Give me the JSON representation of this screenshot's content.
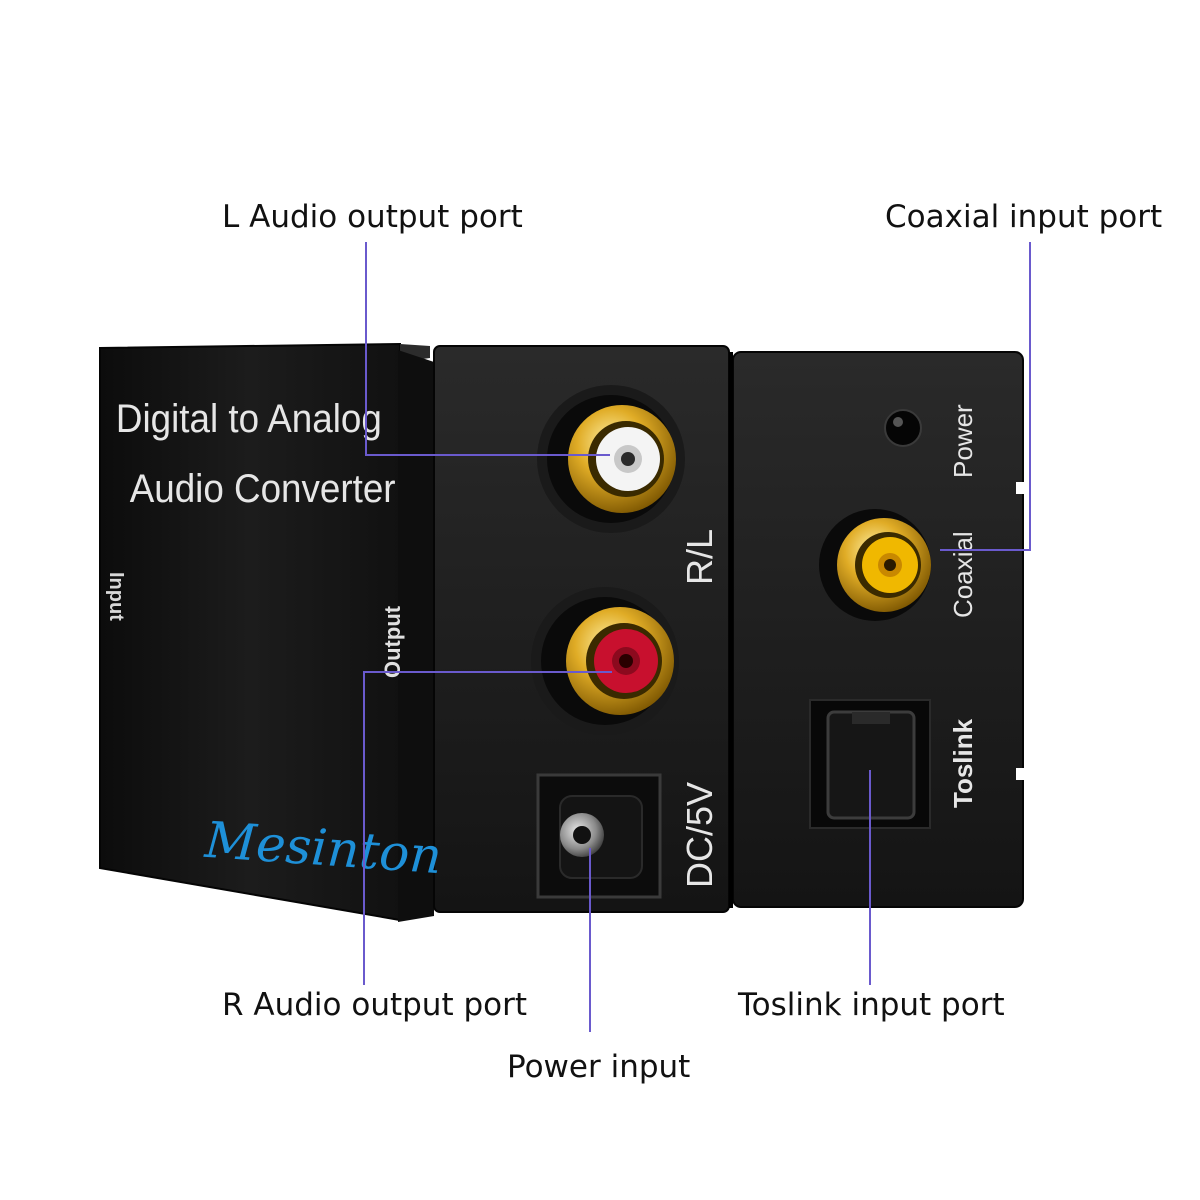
{
  "colors": {
    "leader_line": "#6a5acd",
    "device_body": "#161616",
    "gold": "#d9a520",
    "brand_blue": "#1e90d8",
    "red": "#c8102e",
    "yellow": "#f0b800"
  },
  "callouts": {
    "l_audio": "L Audio output port",
    "coaxial": "Coaxial input port",
    "r_audio": "R Audio output port",
    "toslink": "Toslink input port",
    "power_input": "Power input"
  },
  "device": {
    "title_line1": "Digital  to Analog",
    "title_line2": "Audio Converter",
    "brand": "Mesinton",
    "side_label_input": "Input",
    "side_label_output": "Output",
    "port_label_rl": "R/L",
    "port_label_dc": "DC/5V",
    "port_label_power": "Power",
    "port_label_coaxial": "Coaxial",
    "port_label_toslink": "Toslink"
  }
}
